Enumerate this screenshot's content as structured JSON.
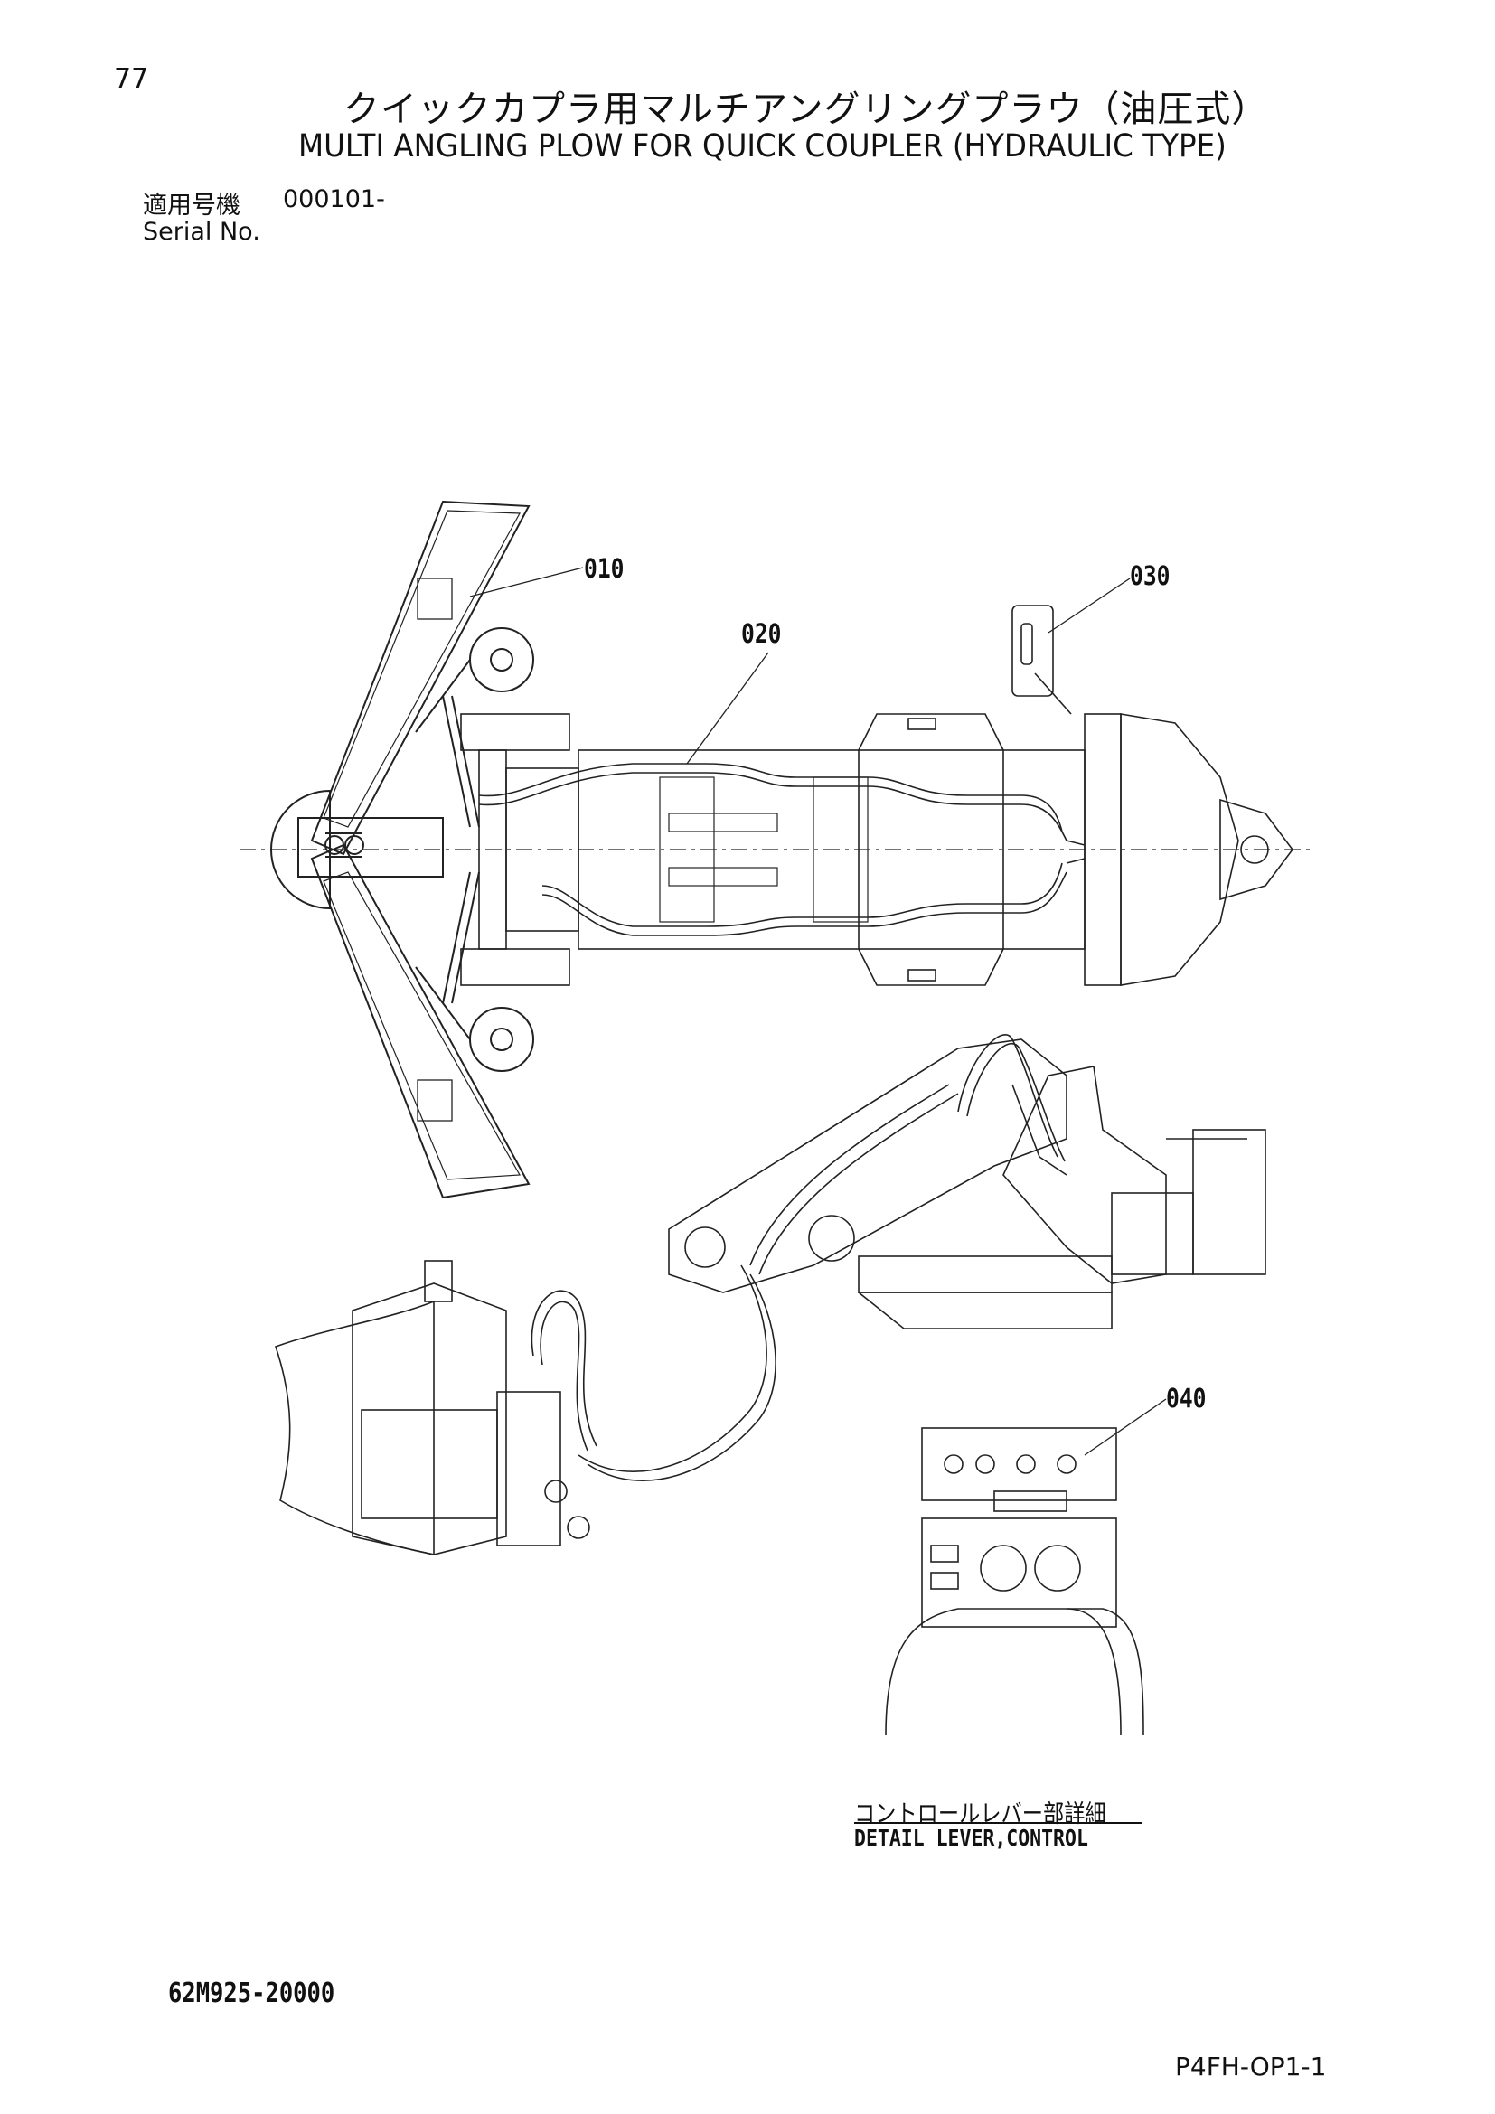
{
  "header": {
    "page_number": "77",
    "title_jp": "クイックカプラ用マルチアングリングプラウ（油圧式）",
    "title_en": "MULTI ANGLING PLOW FOR QUICK COUPLER (HYDRAULIC TYPE)"
  },
  "serial": {
    "label_jp": "適用号機",
    "label_en": "Serial No.",
    "value": "000101-"
  },
  "callouts": {
    "plow": "010",
    "hose": "020",
    "bracket": "030",
    "lever": "040"
  },
  "detail": {
    "label_jp": "コントロールレバー部詳細",
    "label_en": "DETAIL LEVER,CONTROL"
  },
  "footer": {
    "drawing_number": "62M925-20000",
    "page_code": "P4FH-OP1-1"
  }
}
